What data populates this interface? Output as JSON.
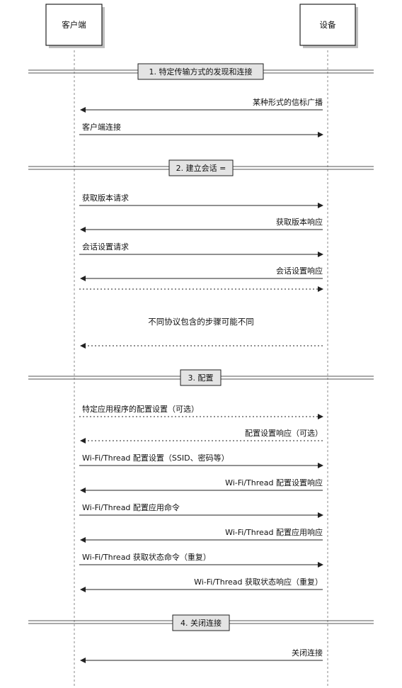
{
  "participants": {
    "client": "客户端",
    "device": "设备"
  },
  "sections": [
    "1. 特定传输方式的发现和连接",
    "2. 建立会话 =",
    "3. 配置",
    "4. 关闭连接"
  ],
  "messages": [
    {
      "text": "某种形式的信标广播",
      "dir": "left",
      "style": "solid"
    },
    {
      "text": "客户端连接",
      "dir": "right",
      "style": "solid"
    },
    {
      "text": "获取版本请求",
      "dir": "right",
      "style": "solid"
    },
    {
      "text": "获取版本响应",
      "dir": "left",
      "style": "solid"
    },
    {
      "text": "会话设置请求",
      "dir": "right",
      "style": "solid"
    },
    {
      "text": "会话设置响应",
      "dir": "left",
      "style": "solid"
    },
    {
      "text": "",
      "dir": "right",
      "style": "dotted"
    },
    {
      "text": "",
      "dir": "left",
      "style": "dotted"
    },
    {
      "text": "特定应用程序的配置设置（可选）",
      "dir": "right",
      "style": "dotted"
    },
    {
      "text": "配置设置响应（可选）",
      "dir": "left",
      "style": "dotted"
    },
    {
      "text": "Wi-Fi/Thread 配置设置（SSID、密码等）",
      "dir": "right",
      "style": "solid"
    },
    {
      "text": "Wi-Fi/Thread 配置设置响应",
      "dir": "left",
      "style": "solid"
    },
    {
      "text": "Wi-Fi/Thread 配置应用命令",
      "dir": "right",
      "style": "solid"
    },
    {
      "text": "Wi-Fi/Thread 配置应用响应",
      "dir": "left",
      "style": "solid"
    },
    {
      "text": "Wi-Fi/Thread 获取状态命令（重复）",
      "dir": "right",
      "style": "solid"
    },
    {
      "text": "Wi-Fi/Thread 获取状态响应（重复）",
      "dir": "left",
      "style": "solid"
    },
    {
      "text": "关闭连接",
      "dir": "left",
      "style": "solid"
    }
  ],
  "note": "不同协议包含的步骤可能不同"
}
